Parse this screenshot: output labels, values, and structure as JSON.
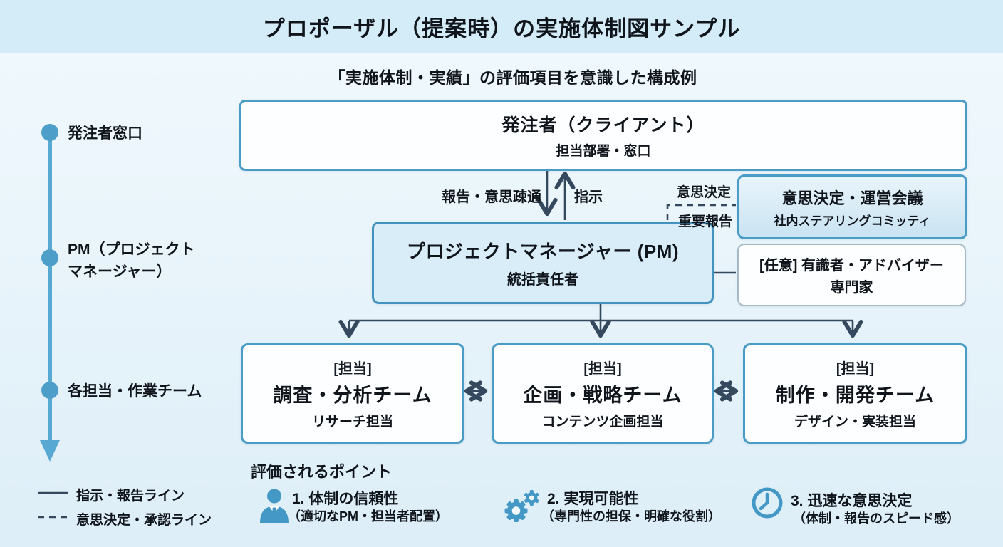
{
  "page": {
    "title": "プロポーザル（提案時）の実施体制図サンプル",
    "subtitle": "「実施体制・実績」の評価項目を意識した構成例"
  },
  "boxes": {
    "client": {
      "line1": "発注者（クライアント）",
      "line2": "担当部署・窓口"
    },
    "pm": {
      "line1": "プロジェクトマネージャー (PM)",
      "line2": "統括責任者"
    },
    "steering": {
      "line1": "意思決定・運営会議",
      "line2": "社内ステアリングコミッティ"
    },
    "advisor": {
      "line1": "[任意] 有識者・アドバイザー",
      "line2": "専門家"
    },
    "teams": [
      {
        "tag": "[担当]",
        "name": "調査・分析チーム",
        "sub": "リサーチ担当"
      },
      {
        "tag": "[担当]",
        "name": "企画・戦略チーム",
        "sub": "コンテンツ企画担当"
      },
      {
        "tag": "[担当]",
        "name": "制作・開発チーム",
        "sub": "デザイン・実装担当"
      }
    ]
  },
  "connector_labels": {
    "report_communication": "報告・意思疎通",
    "instruction": "指示",
    "decision": "意思決定",
    "important_report": "重要報告"
  },
  "timeline": {
    "items": [
      {
        "lines": [
          "発注者窓口"
        ]
      },
      {
        "lines": [
          "PM（プロジェクト",
          "マネージャー）"
        ]
      },
      {
        "lines": [
          "各担当・作業チーム"
        ]
      }
    ]
  },
  "legend": [
    {
      "style": "solid",
      "label": "指示・報告ライン"
    },
    {
      "style": "dashed",
      "label": "意思決定・承認ライン"
    }
  ],
  "evaluation": {
    "header": "評価されるポイント",
    "items": [
      {
        "icon": "businessperson-icon",
        "title": "1. 体制の信頼性",
        "desc": "（適切なPM・担当者配置）"
      },
      {
        "icon": "gears-icon",
        "title": "2. 実現可能性",
        "desc": "（専門性の担保・明確な役割）"
      },
      {
        "icon": "clock-icon",
        "title": "3. 迅速な意思決定",
        "desc": "（体制・報告のスピード感）"
      }
    ]
  },
  "colors": {
    "title_band": "#d3ecf8",
    "box_border_blue": "#4a9cc7",
    "pm_fill": "#d9edf8",
    "steering_fill": "#cfe6f3",
    "dark_line": "#35495e",
    "timeline_blue": "#57a8d2",
    "icon_blue": "#4398c6"
  }
}
